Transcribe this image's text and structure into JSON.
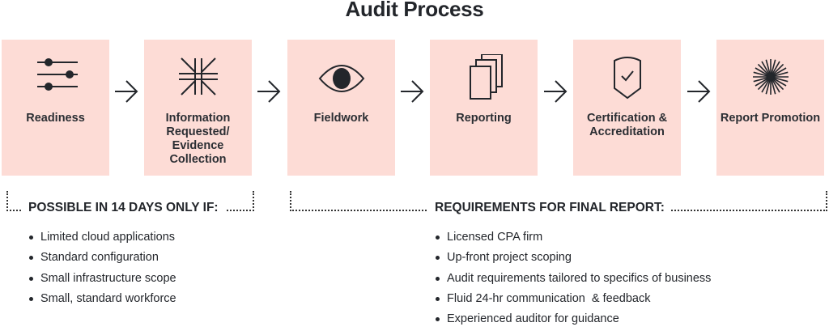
{
  "title": "Audit Process",
  "steps": [
    {
      "label": "Readiness",
      "icon": "sliders-icon"
    },
    {
      "label": "Information Requested/ Evidence Collection",
      "icon": "converge-arrows-icon"
    },
    {
      "label": "Fieldwork",
      "icon": "eye-icon"
    },
    {
      "label": "Reporting",
      "icon": "stacked-documents-icon"
    },
    {
      "label": "Certification & Accreditation",
      "icon": "shield-check-icon"
    },
    {
      "label": "Report Promotion",
      "icon": "starburst-icon"
    }
  ],
  "left_group": {
    "heading": "POSSIBLE IN 14 DAYS ONLY IF:",
    "items": [
      "Limited cloud applications",
      "Standard configuration",
      "Small infrastructure scope",
      "Small, standard workforce"
    ]
  },
  "right_group": {
    "heading": "REQUIREMENTS FOR FINAL REPORT:",
    "items": [
      "Licensed CPA firm",
      "Up-front project scoping",
      "Audit requirements tailored to specifics of business",
      "Fluid 24-hr communication  & feedback",
      "Experienced auditor for guidance"
    ]
  },
  "colors": {
    "box": "#fddcd6",
    "text": "#23262b"
  }
}
